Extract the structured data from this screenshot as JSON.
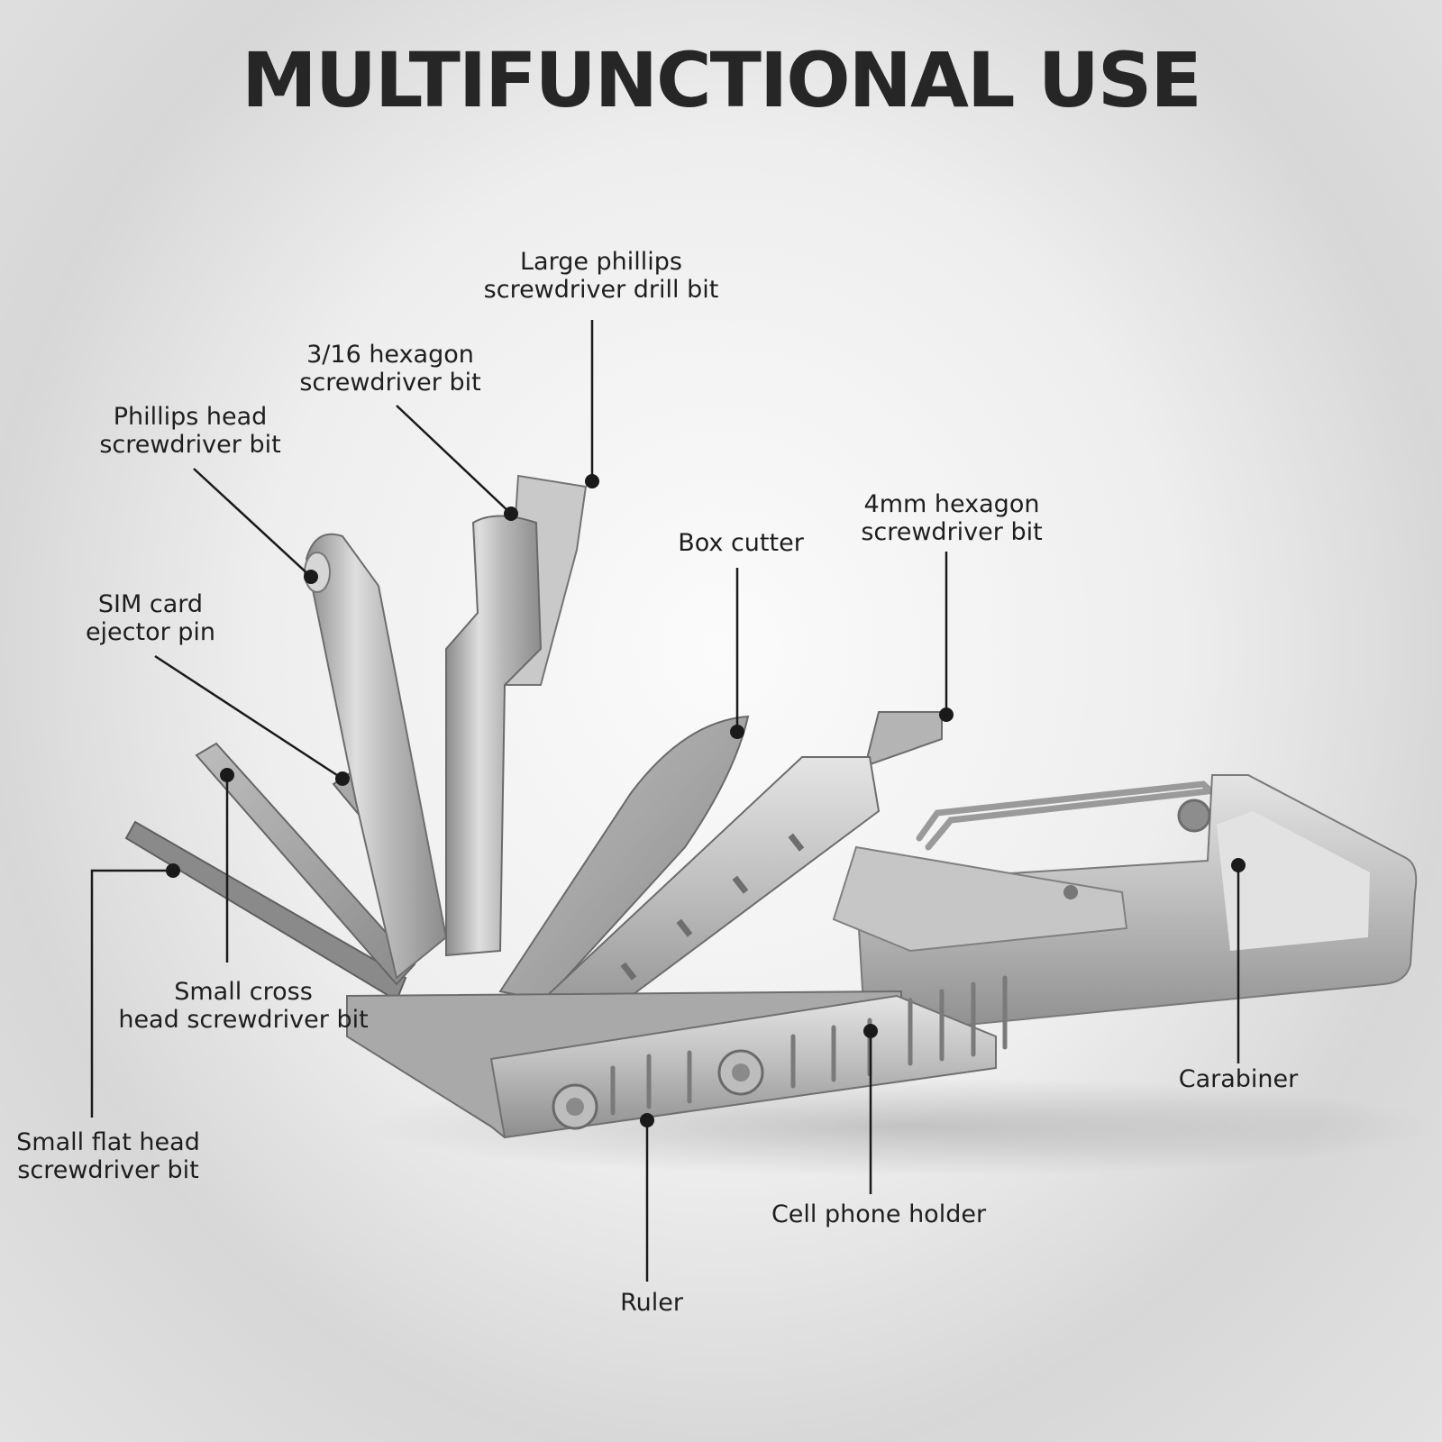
{
  "title": "MULTIFUNCTIONAL USE",
  "callouts": {
    "large_phillips": [
      "Large phillips",
      "screwdriver drill bit"
    ],
    "hex_3_16": [
      "3/16 hexagon",
      "screwdriver bit"
    ],
    "phillips_head": [
      "Phillips head",
      "screwdriver bit"
    ],
    "sim_pin": [
      "SIM card",
      "ejector pin"
    ],
    "box_cutter": [
      "Box cutter"
    ],
    "hex_4mm": [
      "4mm hexagon",
      "screwdriver bit"
    ],
    "small_cross": [
      "Small cross",
      "head screwdriver bit"
    ],
    "small_flat": [
      "Small flat head",
      "screwdriver bit"
    ],
    "carabiner": [
      "Carabiner"
    ],
    "cell_phone_holder": [
      "Cell phone holder"
    ],
    "ruler": [
      "Ruler"
    ]
  },
  "colors": {
    "title": "#262626",
    "label": "#1e1e1e",
    "leader": "#1a1a1a",
    "steel_light": "#dcdcdc",
    "steel_mid": "#b2b2b2",
    "steel_dark": "#7c7c7c"
  }
}
